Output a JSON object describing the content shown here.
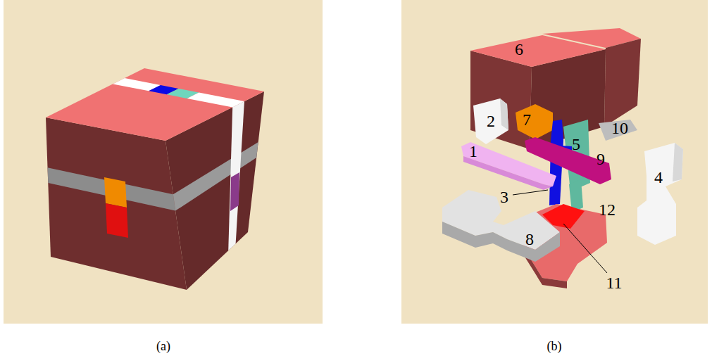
{
  "diagram": {
    "labels": [
      "6",
      "2",
      "7",
      "10",
      "5",
      "1",
      "9",
      "4",
      "3",
      "12",
      "8",
      "11",
      "(a)",
      "(b)"
    ]
  }
}
